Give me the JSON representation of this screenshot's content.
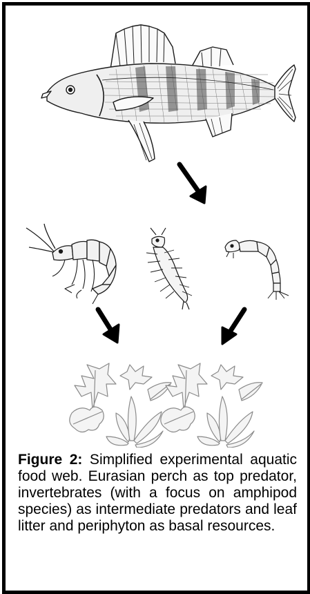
{
  "figure": {
    "caption_label": "Figure 2:",
    "caption_text": " Simplified experimental aquatic food web. Eurasian perch as top predator, invertebrates (with a focus on amphipod species) as intermediate predators and leaf litter and periphyton as basal resources."
  },
  "colors": {
    "border": "#000000",
    "line": "#1a1a1a",
    "background": "#ffffff"
  },
  "icons": [
    "perch-fish",
    "amphipod",
    "insect-larva-1",
    "insect-larva-2",
    "leaf-litter"
  ]
}
